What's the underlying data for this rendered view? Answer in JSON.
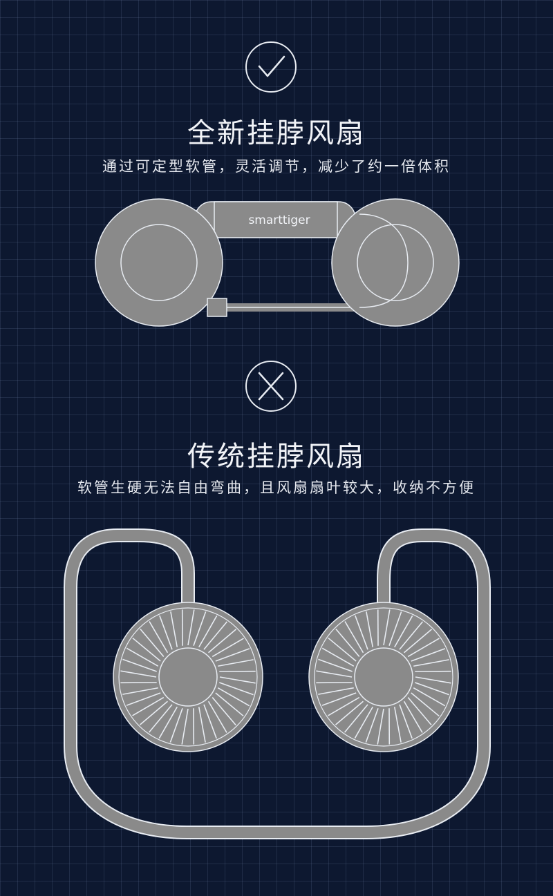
{
  "section_new": {
    "title": "全新挂脖风扇",
    "subtitle": "通过可定型软管，灵活调节，减少了约一倍体积",
    "brand_text": "smarttiger",
    "badge_icon": "check-icon"
  },
  "section_old": {
    "title": "传统挂脖风扇",
    "subtitle": "软管生硬无法自由弯曲，且风扇扇叶较大，收纳不方便",
    "badge_icon": "cross-icon"
  },
  "colors": {
    "background": "#0d1830",
    "grid": "#2a3a5a",
    "device_fill": "#8a8a8a",
    "line": "#e8ecf2"
  }
}
